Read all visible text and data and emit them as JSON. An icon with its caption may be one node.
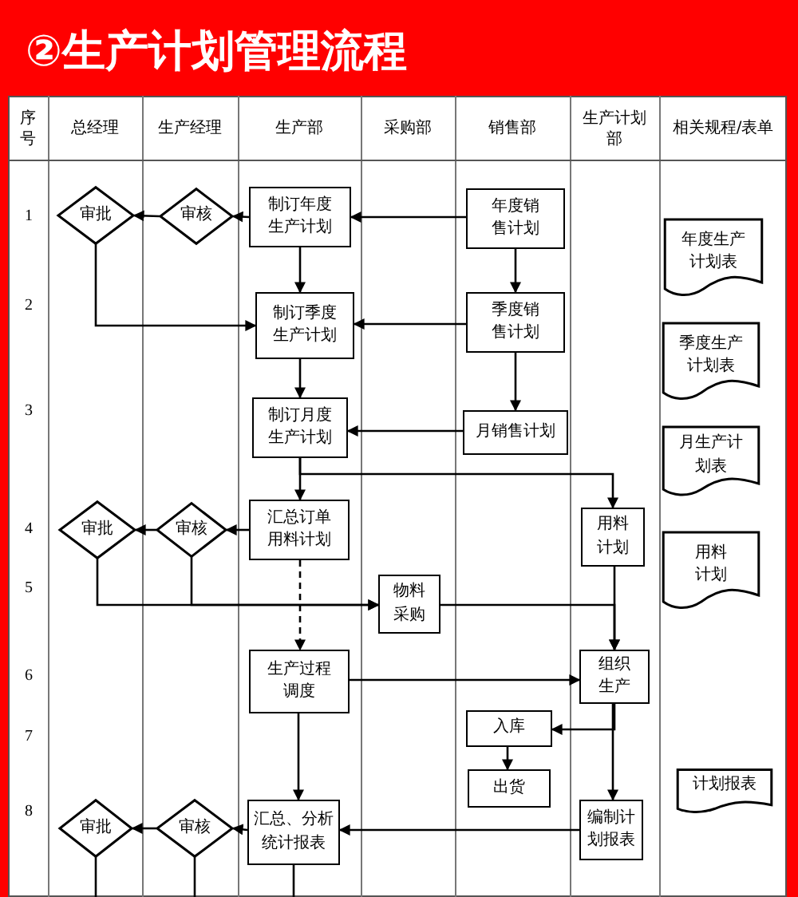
{
  "diagram": {
    "title": "②生产计划管理流程",
    "nodes": [
      {
        "text": [
          "审批"
        ]
      },
      {
        "text": [
          "审核"
        ]
      },
      {
        "text": [
          "制订年度生产计划"
        ]
      },
      {
        "text": [
          "年度销售计划"
        ]
      },
      {
        "text": [
          "制订季度生产计划"
        ]
      },
      {
        "text": [
          "季度销售计划"
        ]
      },
      {
        "text": [
          "制订月度生产计划"
        ]
      },
      {
        "text": [
          "月销售计划"
        ]
      },
      {
        "text": [
          "审批"
        ]
      },
      {
        "text": [
          "审核"
        ]
      },
      {
        "text": [
          "汇总订单用料计划"
        ]
      },
      {
        "text": [
          "物料采购"
        ]
      },
      {
        "text": [
          "用料计划"
        ]
      },
      {
        "text": [
          "生产过程调度"
        ]
      },
      {
        "text": [
          "组织生产"
        ]
      },
      {
        "text": [
          "入库"
        ]
      },
      {
        "text": [
          "出货"
        ]
      },
      {
        "text": [
          "汇总、分析统计报表"
        ]
      },
      {
        "text": [
          "编制计划报表"
        ]
      },
      {
        "text": [
          "审批"
        ]
      },
      {
        "text": [
          "审核"
        ]
      },
      {
        "text": [
          "年度生产计划表"
        ]
      },
      {
        "text": [
          "季度生产计划表"
        ]
      },
      {
        "text": [
          "月生产计划表"
        ]
      },
      {
        "text": [
          "用料计划"
        ]
      },
      {
        "text": [
          "计划报表"
        ]
      }
    ],
    "edges": [
      {
        "from": 2,
        "to": 1,
        "arrow": "to"
      },
      {
        "from": 1,
        "to": 0,
        "arrow": "to"
      },
      {
        "from": 3,
        "to": 2,
        "arrow": "to"
      },
      {
        "from": 2,
        "to": 4,
        "arrow": "to"
      },
      {
        "from": 0,
        "to": 4,
        "arrow": "to"
      },
      {
        "from": 3,
        "to": 5,
        "arrow": "to"
      },
      {
        "from": 5,
        "to": 4,
        "arrow": "to"
      },
      {
        "from": 4,
        "to": 6,
        "arrow": "to"
      },
      {
        "from": 5,
        "to": 7,
        "arrow": "to"
      },
      {
        "from": 7,
        "to": 6,
        "arrow": "to"
      },
      {
        "from": 6,
        "to": 10,
        "arrow": "to"
      },
      {
        "from": 6,
        "to": 12,
        "arrow": "to"
      },
      {
        "from": 10,
        "to": 9,
        "arrow": "to"
      },
      {
        "from": 9,
        "to": 8,
        "arrow": "to"
      },
      {
        "from": 8,
        "to": 11,
        "arrow": "to"
      },
      {
        "from": 9,
        "to": 11,
        "arrow": "to"
      },
      {
        "from": 10,
        "to": 13,
        "arrow": "to",
        "style": "dashed"
      },
      {
        "from": 11,
        "to": 14,
        "arrow": "to"
      },
      {
        "from": 12,
        "to": 14,
        "arrow": "to"
      },
      {
        "from": 13,
        "to": 14,
        "arrow": "to"
      },
      {
        "from": 14,
        "to": 15,
        "arrow": "to"
      },
      {
        "from": 15,
        "to": 16,
        "arrow": "to"
      },
      {
        "from": 14,
        "to": 18,
        "arrow": "to"
      },
      {
        "from": 18,
        "to": 17,
        "arrow": "to"
      },
      {
        "from": 13,
        "to": 17,
        "arrow": "to"
      },
      {
        "from": 17,
        "to": 20,
        "arrow": "to"
      },
      {
        "from": 20,
        "to": 19,
        "arrow": "to"
      },
      {
        "from": 17,
        "to": null,
        "arrow": "none"
      },
      {
        "from": 19,
        "to": null,
        "arrow": "none"
      },
      {
        "from": 20,
        "to": null,
        "arrow": "none"
      }
    ],
    "labels": [
      "序号",
      "总经理",
      "生产经理",
      "生产部",
      "采购部",
      "销售部",
      "生产计划部",
      "相关规程/表单",
      "1",
      "2",
      "3",
      "4",
      "5",
      "6",
      "7",
      "8"
    ]
  }
}
